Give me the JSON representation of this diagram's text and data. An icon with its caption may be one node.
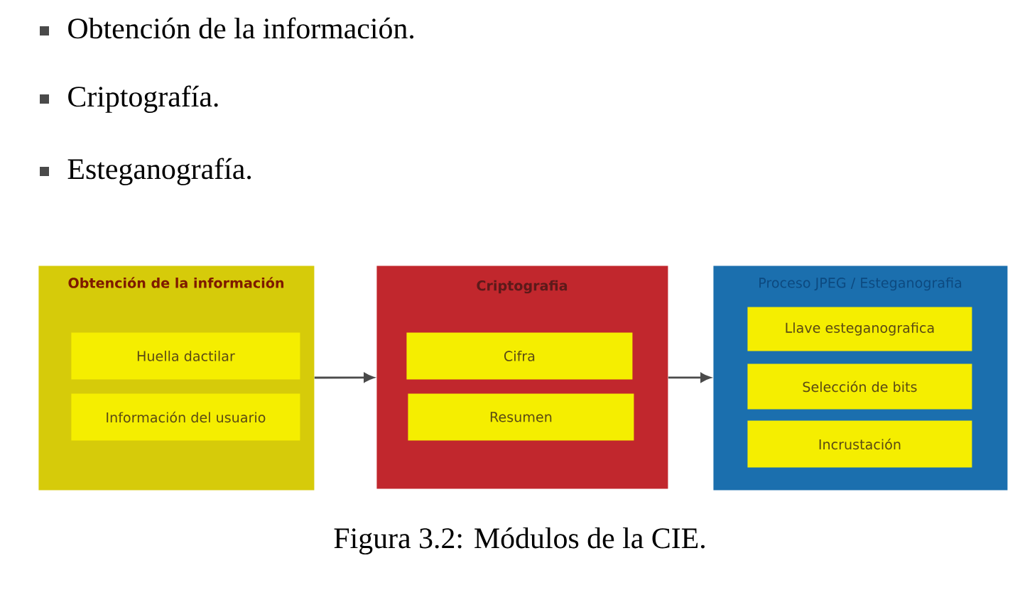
{
  "diagram": {
    "caption": "Figura 3.2: Módulos de la CIE.",
    "nodes": [
      {
        "text": [
          "Obtención de la información"
        ]
      },
      {
        "text": [
          "Huella dactilar"
        ],
        "in": 0
      },
      {
        "text": [
          "Información del usuario"
        ],
        "in": 0
      },
      {
        "text": [
          "Criptografia"
        ]
      },
      {
        "text": [
          "Cifra"
        ],
        "in": 3
      },
      {
        "text": [
          "Resumen"
        ],
        "in": 3
      },
      {
        "text": [
          "Proceso JPEG / Esteganografia"
        ]
      },
      {
        "text": [
          "Llave esteganografica"
        ],
        "in": 6
      },
      {
        "text": [
          "Selección de bits"
        ],
        "in": 6
      },
      {
        "text": [
          "Incrustación"
        ],
        "in": 6
      }
    ],
    "edges": [
      {
        "from": 0,
        "to": 3,
        "arrow": "to"
      },
      {
        "from": 3,
        "to": 6,
        "arrow": "to"
      }
    ],
    "labels": [
      "Obtención de la información.",
      "Criptografía.",
      "Esteganografía."
    ]
  }
}
